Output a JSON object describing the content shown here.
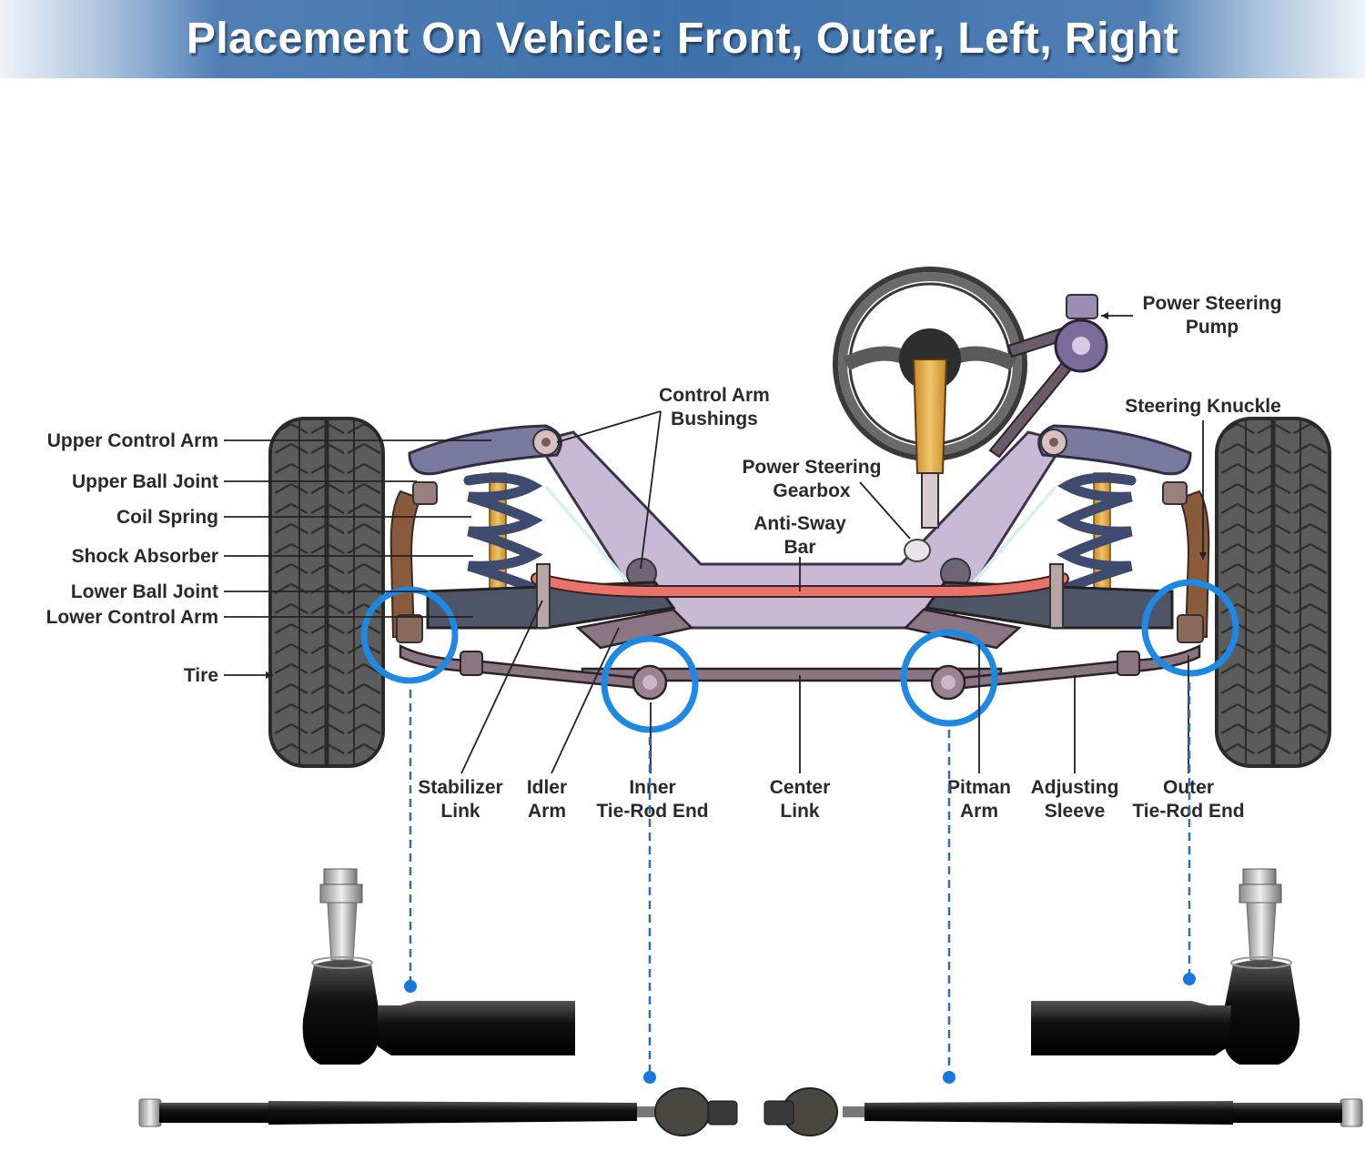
{
  "header": {
    "title": "Placement On Vehicle: Front, Outer, Left, Right"
  },
  "labels": {
    "upper_control_arm": "Upper Control Arm",
    "upper_ball_joint": "Upper Ball Joint",
    "coil_spring": "Coil Spring",
    "shock_absorber": "Shock Absorber",
    "lower_ball_joint": "Lower Ball Joint",
    "lower_control_arm": "Lower Control Arm",
    "tire": "Tire",
    "control_arm_bushings": [
      "Control Arm",
      "Bushings"
    ],
    "power_steering_gearbox": [
      "Power Steering",
      "Gearbox"
    ],
    "anti_sway_bar": [
      "Anti-Sway",
      "Bar"
    ],
    "power_steering_pump": [
      "Power Steering",
      "Pump"
    ],
    "steering_knuckle": "Steering Knuckle",
    "stabilizer_link": [
      "Stabilizer",
      "Link"
    ],
    "idler_arm": [
      "Idler",
      "Arm"
    ],
    "inner_tie_rod_end": [
      "Inner",
      "Tie-Rod End"
    ],
    "center_link": [
      "Center",
      "Link"
    ],
    "pitman_arm": [
      "Pitman",
      "Arm"
    ],
    "adjusting_sleeve": [
      "Adjusting",
      "Sleeve"
    ],
    "outer_tie_rod_end": [
      "Outer",
      "Tie-Rod End"
    ]
  },
  "colors": {
    "banner_blue": "#3f72ab",
    "highlight_ring": "#1e88e5",
    "connector_dash": "#2f6fb0",
    "frame_lavender": "#c9b8d6",
    "anti_sway_bar": "#e8736a",
    "tire": "#5a5a5a",
    "part_black": "#161616"
  },
  "parts_shown": [
    "outer-tie-rod-end-left",
    "outer-tie-rod-end-right",
    "inner-tie-rod-left",
    "inner-tie-rod-right"
  ]
}
